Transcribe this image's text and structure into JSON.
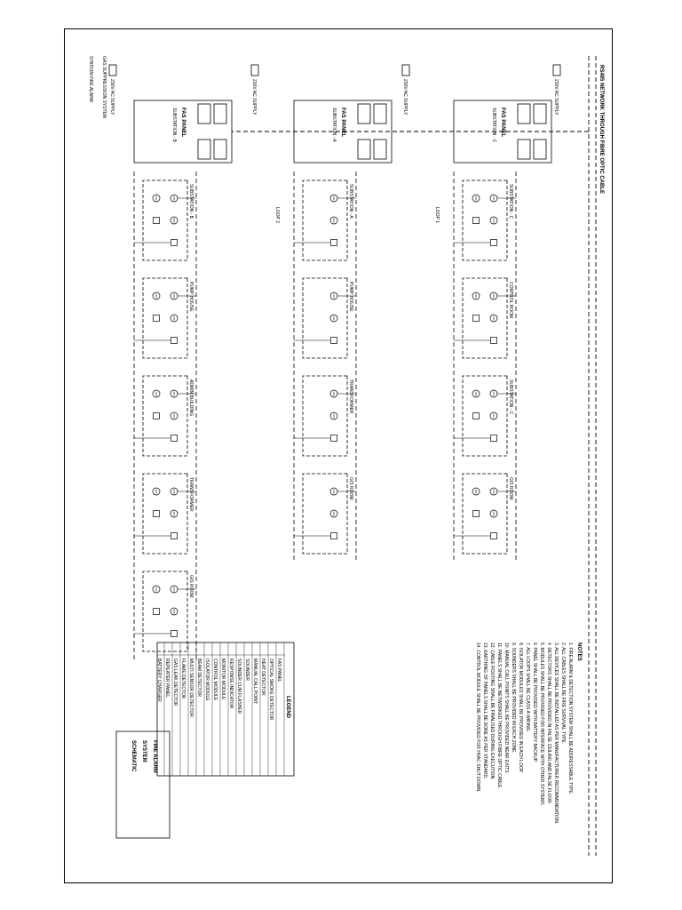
{
  "header": {
    "network_label": "RS485 NETWORK THROUGH FIBRE OPTIC CABLE"
  },
  "panels": [
    {
      "title": "FAS PANEL",
      "location": "SUBSTATION - C"
    },
    {
      "title": "FAS PANEL",
      "location": "SUBSTATION - A"
    },
    {
      "title": "FAS PANEL",
      "location": "SUBSTATION - B"
    }
  ],
  "power_notes": [
    {
      "label": "230V AC SUPPLY"
    },
    {
      "label": "230V AC SUPPLY"
    },
    {
      "label": "230V AC SUPPLY"
    },
    {
      "label": "230V AC SUPPLY"
    }
  ],
  "extra_labels": [
    {
      "label": "GAS SUPPRESSION SYSTEM"
    },
    {
      "label": "STATION FIRE ALARM"
    },
    {
      "label": "LOOP 1"
    },
    {
      "label": "LOOP 2"
    }
  ],
  "branches": [
    {
      "zones": [
        {
          "label": "SUBSTATION - C",
          "type": "dual"
        },
        {
          "label": "CONTROL ROOM",
          "type": "dual"
        },
        {
          "label": "SUBSTATION - C",
          "type": "dual"
        },
        {
          "label": "GIS ROOM",
          "type": "dual"
        }
      ]
    },
    {
      "zones": [
        {
          "label": "SUBSTATION - A",
          "type": "single"
        },
        {
          "label": "PUMP HOUSE",
          "type": "single"
        },
        {
          "label": "TRANSFORMER",
          "type": "single"
        },
        {
          "label": "GIS ROOM",
          "type": "single"
        }
      ]
    },
    {
      "zones": [
        {
          "label": "SUBSTATION - B",
          "type": "dual"
        },
        {
          "label": "PUMP HOUSE",
          "type": "dual"
        },
        {
          "label": "ADMIN BUILDING",
          "type": "dual"
        },
        {
          "label": "TRANSFORMER",
          "type": "dual"
        },
        {
          "label": "GIS ROOM",
          "type": "dual"
        }
      ]
    }
  ],
  "legend": {
    "title": "LEGEND",
    "rows": [
      "FAS PANEL",
      "OPTICAL SMOKE DETECTOR",
      "HEAT DETECTOR",
      "MANUAL CALL POINT",
      "SOUNDER",
      "SOUNDER CUM FLASHER",
      "RESPONSE INDICATOR",
      "MONITOR MODULE",
      "CONTROL MODULE",
      "ISOLATOR MODULE",
      "BEAM DETECTOR",
      "MULTI SENSOR DETECTOR",
      "FLAME DETECTOR",
      "GAS LEAK DETECTOR",
      "REPEATER PANEL",
      "BATTERY CHARGER"
    ]
  },
  "notes": {
    "title": "NOTES",
    "lines": [
      "1. FIRE ALARM & DETECTION SYSTEM SHALL BE ADDRESSABLE TYPE.",
      "2. ALL CABLES SHALL BE FIRE SURVIVAL TYPE.",
      "3. ALL DEVICES SHALL BE INSTALLED AS PER MANUFACTURER RECOMMENDATION.",
      "4. DETECTORS SHALL BE PROVIDED IN FALSE CEILING AND FALSE FLOOR.",
      "5. MODULES SHALL BE PROVIDED FOR INTERFACE WITH OTHER SYSTEMS.",
      "6. PANEL SHALL BE PROVIDED WITH BATTERY BACKUP.",
      "7. ALL LOOPS SHALL BE CLASS A WIRING.",
      "8. ISOLATOR MODULES SHALL BE PROVIDED IN EACH LOOP.",
      "9. SOUNDERS SHALL BE PROVIDED IN EACH ZONE.",
      "10. MANUAL CALL POINTS SHALL BE PROVIDED NEAR EXITS.",
      "11. PANELS SHALL BE NETWORKED THROUGH FIBRE OPTIC CABLE.",
      "12. CABLE ROUTING SHALL BE FINALISED DURING EXECUTION.",
      "13. EARTHING OF PANELS SHALL BE DONE AS PER STANDARD.",
      "14. CONTROL MODULE SHALL BE PROVIDED FOR HVAC SHUT DOWN."
    ]
  },
  "title_block": {
    "lines": [
      "FIRE ALARM",
      "SYSTEM",
      "SCHEMATIC"
    ]
  }
}
